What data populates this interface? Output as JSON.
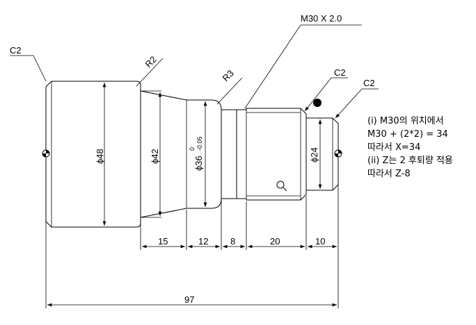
{
  "labels": {
    "chamfer_left": "C2",
    "radius_left": "R2",
    "radius_mid": "R3",
    "thread": "M30 X 2.0",
    "chamfer_thread": "C2",
    "chamfer_right": "C2"
  },
  "diameters": {
    "d48": "ϕ48",
    "d42": "ϕ42",
    "d36": "ϕ36",
    "d36_upper_tol": "0",
    "d36_lower_tol": "-0.05",
    "d24": "ϕ24"
  },
  "lengths": {
    "l15": "15",
    "l12": "12",
    "l8": "8",
    "l20": "20",
    "l10": "10",
    "total": "97"
  },
  "notes": [
    "(i) M30의 위치에서",
    "M30 + (2*2) = 34",
    "따라서 X=34",
    "(ii) Z는 2 후퇴량 적용",
    "따라서 Z-8"
  ]
}
